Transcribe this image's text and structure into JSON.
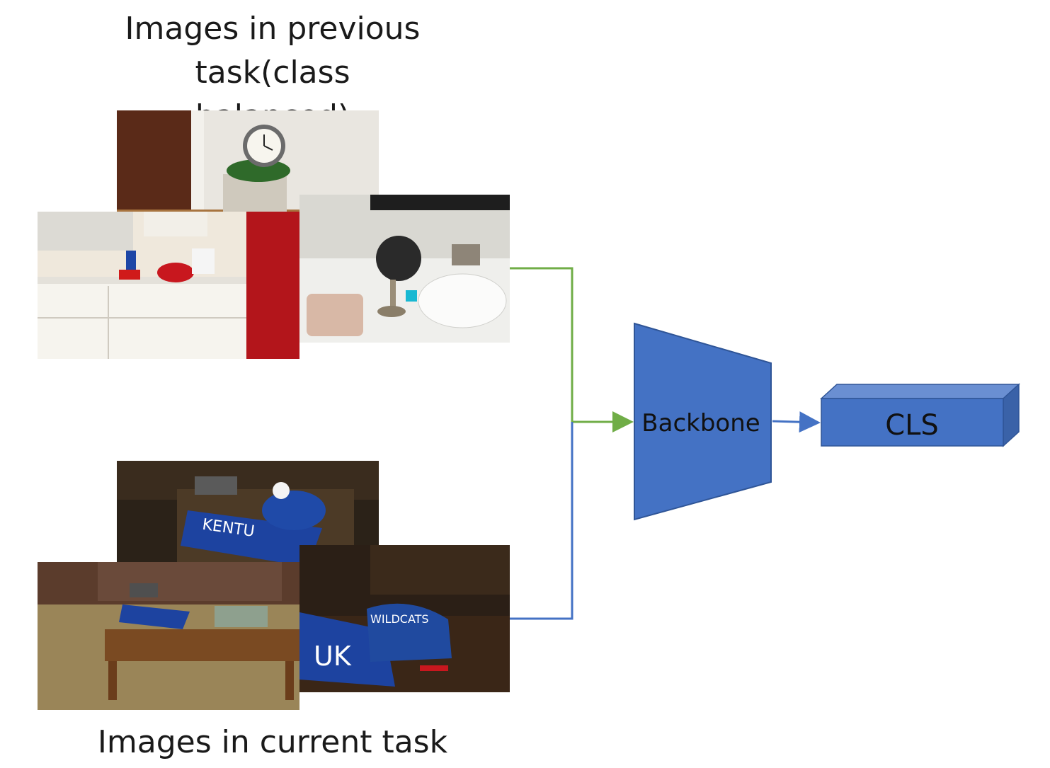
{
  "titles": {
    "previous_line1": "Images in previous task(class",
    "previous_line2": "balanced)",
    "current": "Images in current task"
  },
  "blocks": {
    "backbone": "Backbone",
    "cls": "CLS"
  },
  "colors": {
    "block_fill": "#4472C4",
    "block_stroke": "#2F5597",
    "previous_arrow": "#70AD47",
    "current_arrow": "#4472C4",
    "backbone_arrow": "#4472C4"
  },
  "photos": {
    "previous": [
      "clock-corner-photo",
      "kitchen-kettle-photo",
      "bathroom-sink-photo"
    ],
    "current": [
      "scarf-on-table-photo",
      "living-room-table-photo",
      "wildcats-hat-photo"
    ]
  }
}
